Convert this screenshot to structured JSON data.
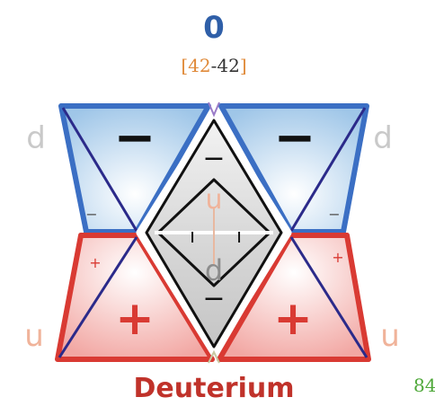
{
  "diagram": {
    "charge_value": "0",
    "bracket": {
      "open": "[",
      "left": "42",
      "dash": "-",
      "right": "42",
      "close": "]"
    },
    "left_quark_top": "d",
    "right_quark_top": "d",
    "left_quark_bottom": "u",
    "right_quark_bottom": "u",
    "center_quark_top": "u",
    "center_quark_bottom": "d",
    "sign_big_tl": "−",
    "sign_big_tr": "−",
    "sign_big_bl": "+",
    "sign_big_br": "+",
    "sign_small_tl": "−",
    "sign_small_tr": "−",
    "sign_small_bl": "+",
    "sign_small_br": "+",
    "diamond_top_sign": "−",
    "diamond_bottom_sign": "−",
    "inner_mark_left": "ı",
    "inner_mark_right": "ı",
    "title": "Deuterium",
    "corner_number": "84",
    "colors": {
      "blue_text": "#2f5fa8",
      "title_red": "#c0322a",
      "bracket_orange": "#e08a3a",
      "grey_letter": "#c9c9c9",
      "peach_letter": "#f0b39a",
      "green_number": "#4fa83a",
      "blue_edge": "#3b6fc4",
      "red_edge": "#d93a33",
      "navy": "#2b2a8a"
    }
  }
}
